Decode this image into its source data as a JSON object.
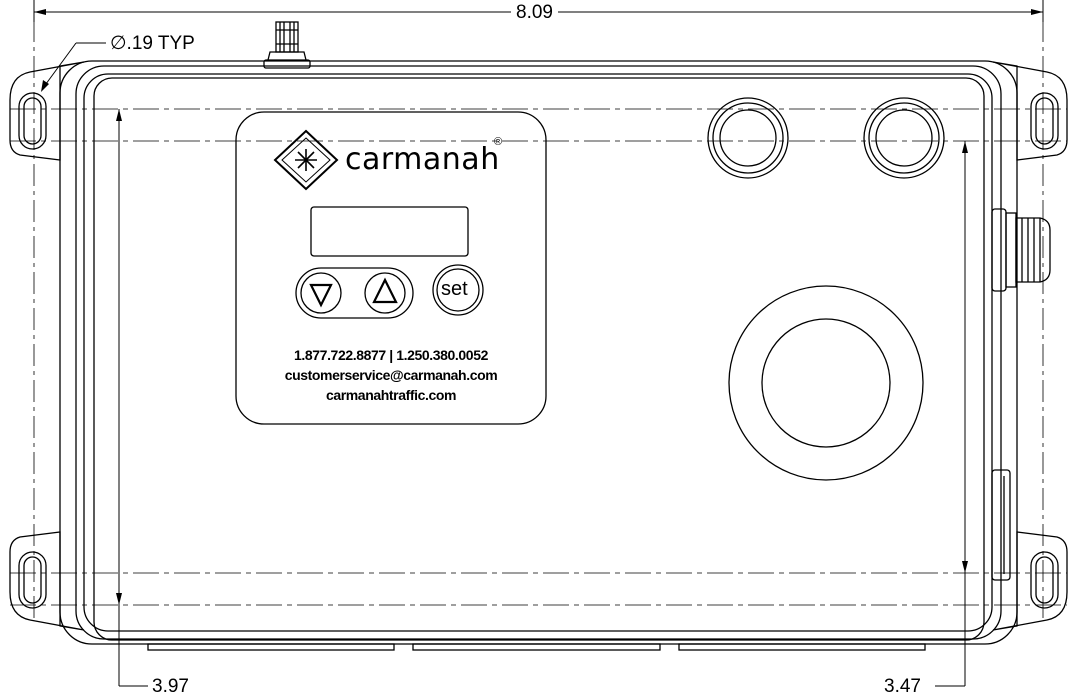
{
  "dimensions": {
    "overall_width": "8.09",
    "hole_diameter": "∅.19 TYP",
    "left_height": "3.97",
    "right_height": "3.47"
  },
  "panel": {
    "brand_name": "carmanah",
    "registered_mark": "®",
    "set_button_label": "set",
    "phone": "1.877.722.8877 | 1.250.380.0052",
    "email": "customerservice@carmanah.com",
    "website": "carmanahtraffic.com"
  },
  "icons": {
    "down_button": "triangle-down-icon",
    "up_button": "triangle-up-icon",
    "logo": "starburst-diamond-icon"
  },
  "colors": {
    "line": "#000000",
    "background": "#ffffff"
  }
}
